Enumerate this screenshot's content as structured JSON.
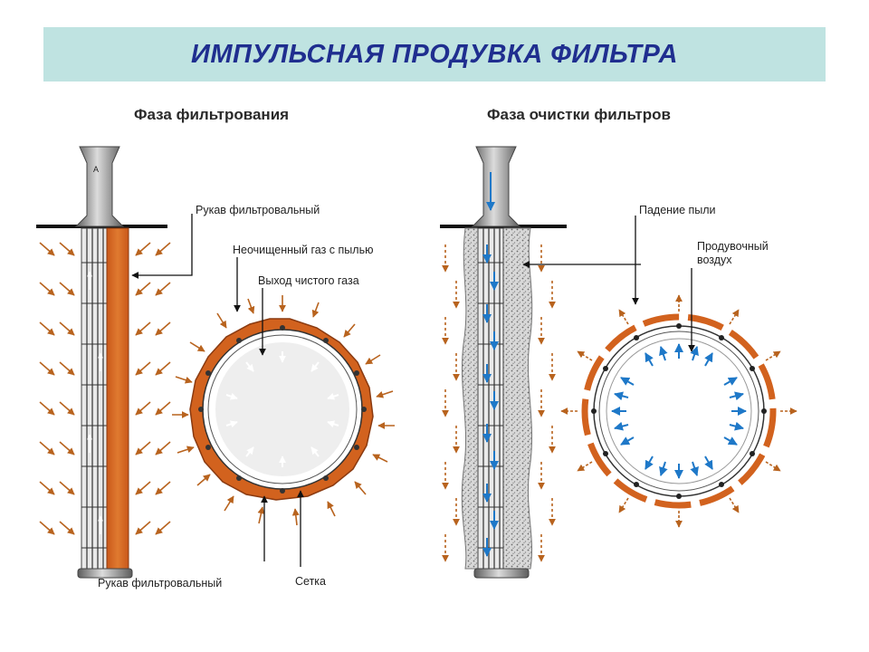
{
  "title": "ИМПУЛЬСНАЯ ПРОДУВКА ФИЛЬТРА",
  "left_panel": {
    "heading": "Фаза фильтрования",
    "labels": {
      "sleeve_top": "Рукав фильтровальный",
      "dirty_gas": "Неочищенный газ с пылью",
      "clean_gas": "Выход чистого газа",
      "sleeve_bottom": "Рукав фильтровальный",
      "mesh": "Сетка"
    }
  },
  "right_panel": {
    "heading": "Фаза очистки фильтров",
    "labels": {
      "dust_fall": "Падение пыли",
      "purge_air": "Продувочный воздух"
    }
  },
  "colors": {
    "title_bg": "#bfe3e1",
    "title_text": "#1f2e8f",
    "fabric": "#d2621e",
    "arrow_brown": "#b8631e",
    "arrow_blue": "#1e78c8",
    "metal": "#7d7d7d"
  },
  "icons": [
    "gas-flow-arrow-icon",
    "purge-air-arrow-icon",
    "blowpipe-icon"
  ]
}
